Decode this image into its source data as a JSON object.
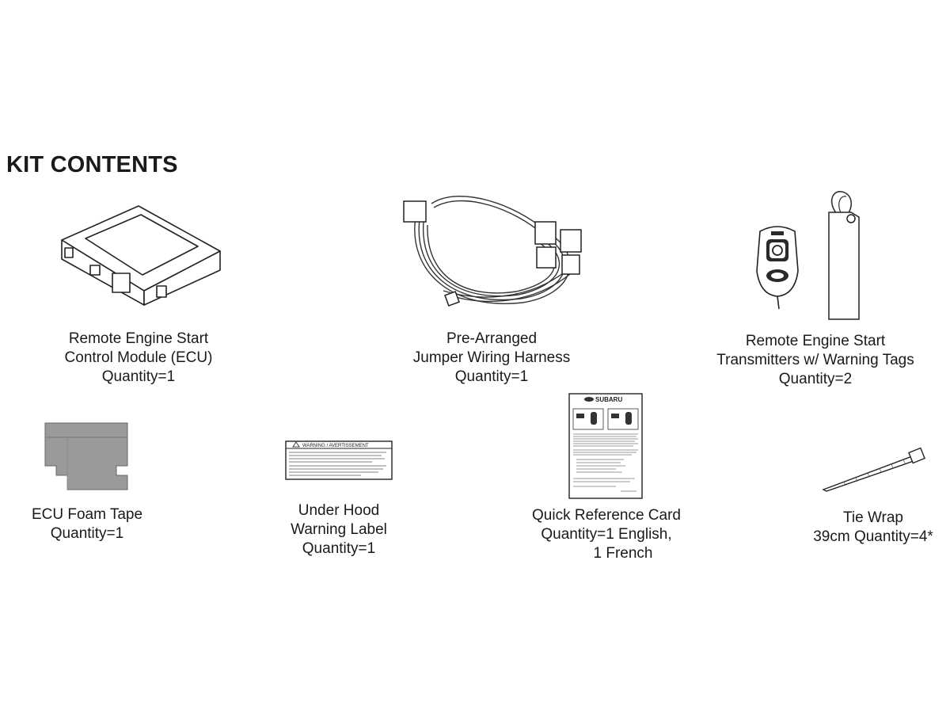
{
  "page": {
    "title": "KIT CONTENTS"
  },
  "items": [
    {
      "lines": [
        "Remote Engine Start",
        "Control Module (ECU)",
        "Quantity=1"
      ]
    },
    {
      "lines": [
        "Pre-Arranged",
        "Jumper Wiring Harness",
        "Quantity=1"
      ]
    },
    {
      "lines": [
        "Remote Engine Start",
        "Transmitters w/ Warning Tags",
        "Quantity=2"
      ]
    },
    {
      "lines": [
        "ECU Foam Tape",
        "Quantity=1"
      ]
    },
    {
      "lines": [
        "Under Hood",
        "Warning Label",
        "Quantity=1"
      ]
    },
    {
      "lines": [
        "Quick Reference Card",
        "Quantity=1 English,",
        "1 French"
      ]
    },
    {
      "lines": [
        "Tie Wrap",
        "39cm Quantity=4*"
      ]
    }
  ],
  "label_art": {
    "header": "WARNING / AVERTISSEMENT"
  },
  "card_art": {
    "brand": "SUBARU"
  }
}
